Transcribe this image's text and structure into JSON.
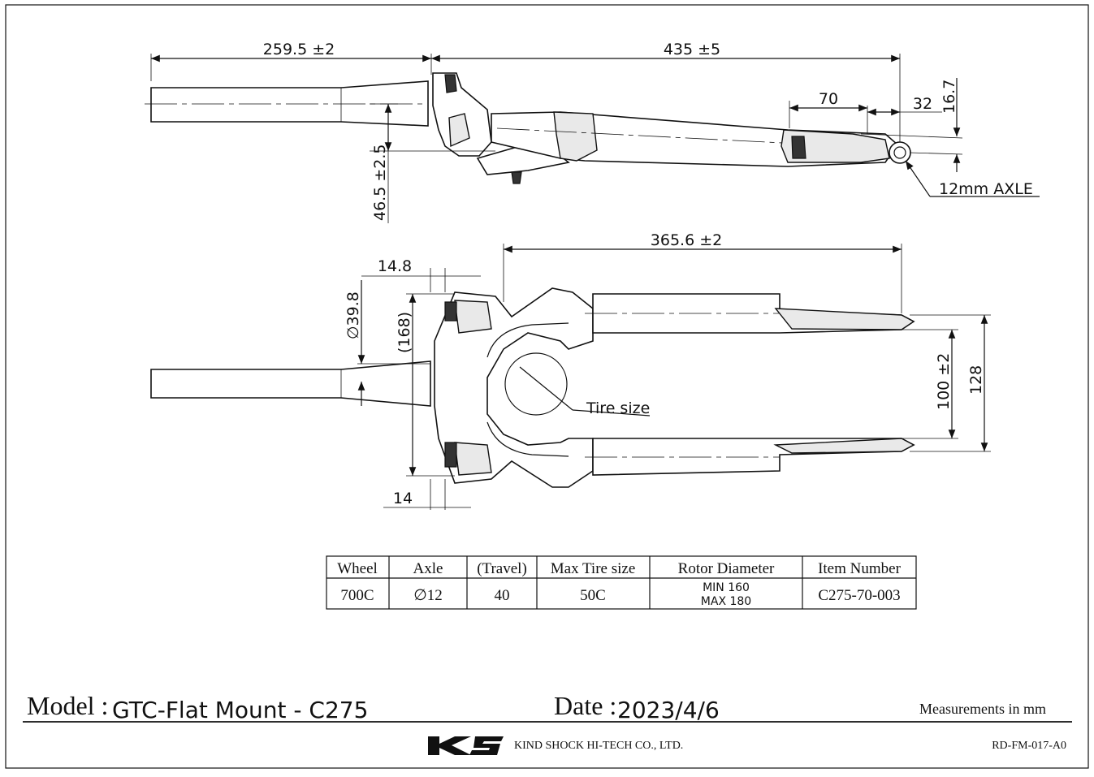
{
  "dimensions": {
    "steerer_length": "259.5 ±2",
    "axle_to_crown": "435 ±5",
    "dropout_70": "70",
    "dropout_32": "32",
    "dropout_167": "16.7",
    "offset": "46.5 ±2.5",
    "axle_label": "12mm AXLE",
    "crown_length": "365.6 ±2",
    "crown_148": "14.8",
    "steerer_dia": "∅39.8",
    "crown_168": "(168)",
    "crown_14": "14",
    "tire_size": "Tire size",
    "mount_100": "100 ±2",
    "width_128": "128"
  },
  "spec_table": {
    "headers": [
      "Wheel",
      "Axle",
      "(Travel)",
      "Max Tire size",
      "Rotor Diameter",
      "Item Number"
    ],
    "row": {
      "wheel": "700C",
      "axle": "∅12",
      "travel": "40",
      "max_tire": "50C",
      "rotor_min": "MIN 160",
      "rotor_max": "MAX 180",
      "item_number": "C275-70-003"
    }
  },
  "footer": {
    "model_label": "Model :",
    "model_value": "GTC-Flat Mount - C275",
    "date_label": "Date :",
    "date_value": "2023/4/6",
    "units_note": "Measurements in mm",
    "company": "KIND SHOCK HI-TECH CO., LTD.",
    "doc_code": "RD-FM-017-A0",
    "logo_text": "KS"
  }
}
